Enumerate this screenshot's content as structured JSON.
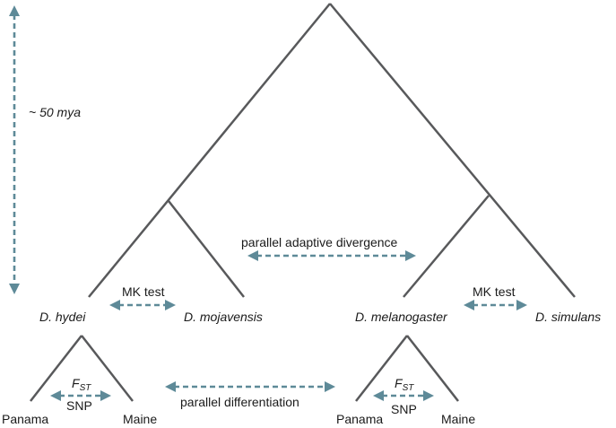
{
  "colors": {
    "branch": "#58595b",
    "arrow": "#5e8a98",
    "text": "#1a1a1a"
  },
  "time_scale": "~ 50 mya",
  "species": {
    "hydei": "D. hydei",
    "mojavensis": "D. mojavensis",
    "melanogaster": "D. melanogaster",
    "simulans": "D. simulans"
  },
  "comparisons": {
    "mk_left": "MK test",
    "mk_right": "MK test",
    "adaptive_divergence": "parallel adaptive divergence",
    "differentiation": "parallel differentiation"
  },
  "population_left": {
    "pop1": "Panama",
    "pop2": "Maine",
    "fst_main": "F",
    "fst_sub": "ST",
    "snp": "SNP"
  },
  "population_right": {
    "pop1": "Panama",
    "pop2": "Maine",
    "fst_main": "F",
    "fst_sub": "ST",
    "snp": "SNP"
  }
}
